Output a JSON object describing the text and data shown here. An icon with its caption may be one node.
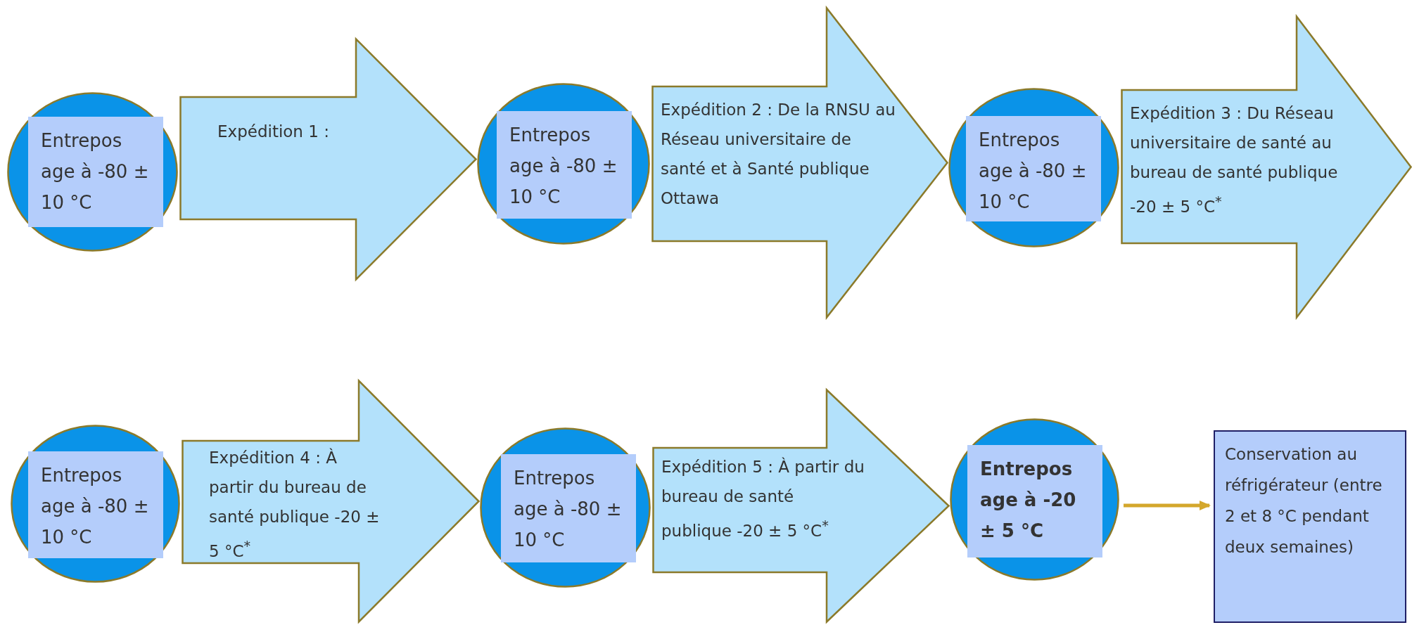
{
  "diagram": {
    "nodes": [
      {
        "text": [],
        "shape": "circle"
      },
      {
        "text": [
          "Entrepos age à -80 ± 10 °C"
        ],
        "in": 0
      },
      {
        "text": [],
        "shape": "circle"
      },
      {
        "text": [
          "Entrepos age à -80 ± 10 °C"
        ],
        "in": 2
      },
      {
        "text": [],
        "shape": "circle"
      },
      {
        "text": [
          "Entrepos age à -80 ± 10 °C"
        ],
        "in": 4
      },
      {
        "text": [],
        "shape": "circle"
      },
      {
        "text": [
          "Entrepos age à -80 ± 10 °C"
        ],
        "in": 6
      },
      {
        "text": [],
        "shape": "circle"
      },
      {
        "text": [
          "Entrepos age à -80 ± 10 °C"
        ],
        "in": 8
      },
      {
        "text": [],
        "shape": "circle"
      },
      {
        "text": [
          "Entrepos age à -20 ± 5 °C"
        ],
        "in": 10
      },
      {
        "text": [
          "Conservation au réfrigérateur (entre 2 et 8 °C pendant deux semaines)"
        ]
      }
    ],
    "edges": [
      {
        "from": 0,
        "to": 2,
        "arrow": "to",
        "label": "Expédition 1 :",
        "style": "thick"
      },
      {
        "from": 2,
        "to": 4,
        "arrow": "to",
        "label": "Expédition 2 :  De la RNSU au Réseau universitaire de santé et à Santé publique Ottawa",
        "style": "thick"
      },
      {
        "from": 4,
        "to": null,
        "arrow": "to",
        "label": "Expédition 3 :  Du Réseau universitaire de santé au bureau de santé publique -20 ± 5 °C$^{*}$",
        "style": "thick"
      },
      {
        "from": 6,
        "to": 8,
        "arrow": "to",
        "label": "Expédition 4 : À partir du bureau de santé publique -20 ± 5 °C$^{*}$",
        "style": "thick"
      },
      {
        "from": 8,
        "to": 10,
        "arrow": "to",
        "label": "Expédition 5 : À partir du bureau de santé publique -20 ± 5 °C$^{*}$",
        "style": "thick"
      },
      {
        "from": 10,
        "to": 12,
        "arrow": "to",
        "color": "#d4a72c"
      }
    ]
  }
}
